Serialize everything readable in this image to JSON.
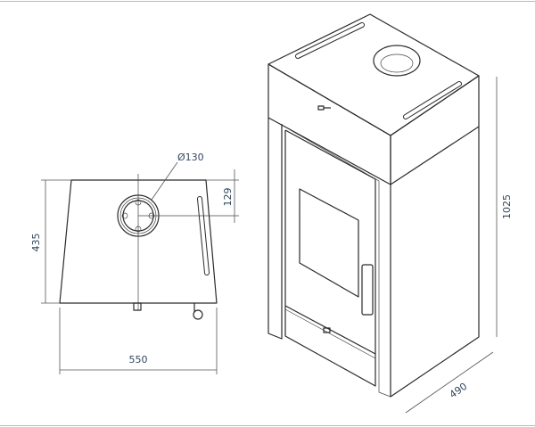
{
  "top_view": {
    "width_label": "550",
    "depth_label": "435",
    "flue_offset_label": "129",
    "flue_diameter_label": "Ø130"
  },
  "iso_view": {
    "height_label": "1025",
    "depth_label": "490"
  }
}
